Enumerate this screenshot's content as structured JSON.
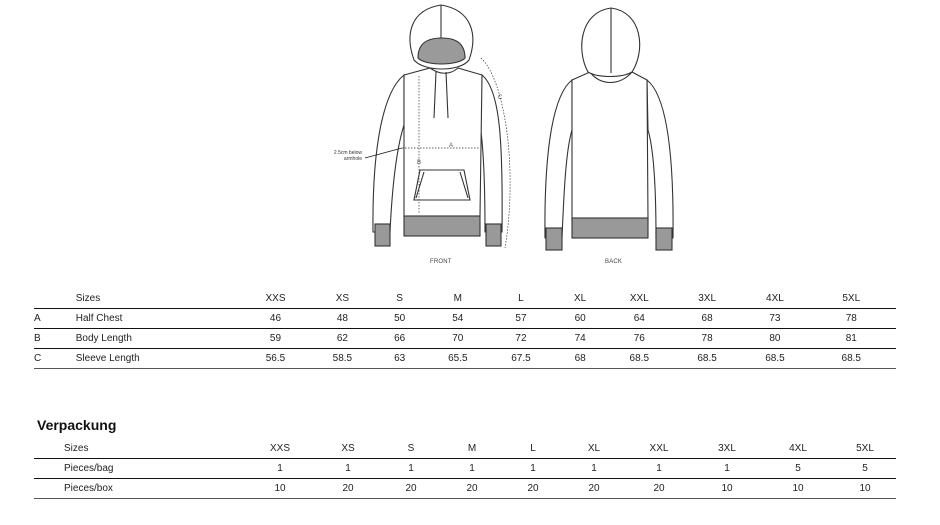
{
  "illustration": {
    "front_caption": "FRONT",
    "back_caption": "BACK",
    "measure_note_line1": "2.5cm below",
    "measure_note_line2": "armhole",
    "measure_labels": {
      "a": "A",
      "b": "B",
      "c": "C"
    },
    "colors": {
      "outline": "#333333",
      "rib": "#999999",
      "hood_lining": "#9a9a9a"
    }
  },
  "size_table": {
    "header_label": "Sizes",
    "sizes": [
      "XXS",
      "XS",
      "S",
      "M",
      "L",
      "XL",
      "XXL",
      "3XL",
      "4XL",
      "5XL"
    ],
    "rows": [
      {
        "code": "A",
        "label": "Half Chest",
        "values": [
          "46",
          "48",
          "50",
          "54",
          "57",
          "60",
          "64",
          "68",
          "73",
          "78"
        ]
      },
      {
        "code": "B",
        "label": "Body Length",
        "values": [
          "59",
          "62",
          "66",
          "70",
          "72",
          "74",
          "76",
          "78",
          "80",
          "81"
        ]
      },
      {
        "code": "C",
        "label": "Sleeve Length",
        "values": [
          "56.5",
          "58.5",
          "63",
          "65.5",
          "67.5",
          "68",
          "68.5",
          "68.5",
          "68.5",
          "68.5"
        ]
      }
    ]
  },
  "packaging": {
    "title": "Verpackung",
    "header_label": "Sizes",
    "sizes": [
      "XXS",
      "XS",
      "S",
      "M",
      "L",
      "XL",
      "XXL",
      "3XL",
      "4XL",
      "5XL"
    ],
    "rows": [
      {
        "label": "Pieces/bag",
        "values": [
          "1",
          "1",
          "1",
          "1",
          "1",
          "1",
          "1",
          "1",
          "5",
          "5"
        ]
      },
      {
        "label": "Pieces/box",
        "values": [
          "10",
          "20",
          "20",
          "20",
          "20",
          "20",
          "20",
          "10",
          "10",
          "10"
        ]
      }
    ]
  }
}
